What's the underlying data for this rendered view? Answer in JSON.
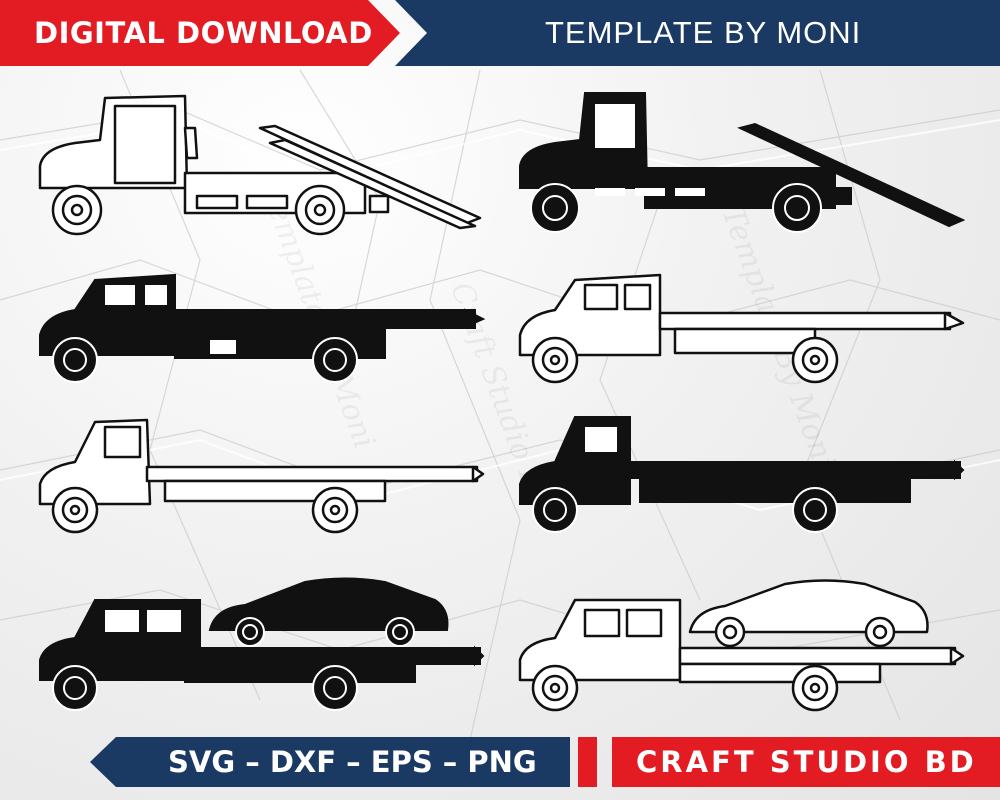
{
  "header": {
    "left_label": "DIGITAL DOWNLOAD",
    "right_label": "TEMPLATE BY MONI"
  },
  "footer": {
    "formats_label": "SVG – DXF – EPS – PNG",
    "brand_label": "CRAFT STUDIO BD"
  },
  "colors": {
    "red": "#e31b23",
    "navy": "#1b3a63",
    "ink": "#111111"
  },
  "illustrations": [
    {
      "name": "rollback-tow-truck-tilted-bed-outline",
      "style": "outline"
    },
    {
      "name": "rollback-tow-truck-tilted-bed-silhouette",
      "style": "filled"
    },
    {
      "name": "extended-cab-flatbed-silhouette",
      "style": "filled"
    },
    {
      "name": "extended-cab-flatbed-outline",
      "style": "outline"
    },
    {
      "name": "flatbed-tow-truck-outline",
      "style": "outline"
    },
    {
      "name": "flatbed-tow-truck-silhouette",
      "style": "filled"
    },
    {
      "name": "flatbed-carrying-car-silhouette",
      "style": "filled"
    },
    {
      "name": "flatbed-carrying-car-outline",
      "style": "outline"
    }
  ]
}
